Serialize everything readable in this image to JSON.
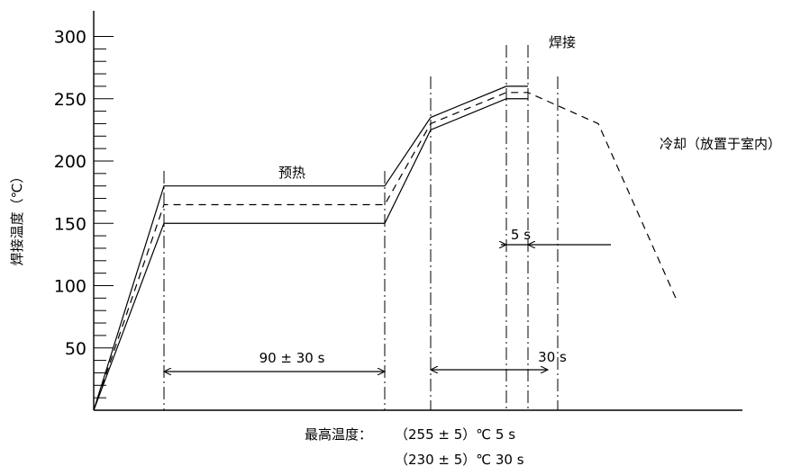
{
  "chart_data": {
    "type": "line",
    "ylabel": "焊接温度（℃）",
    "ylim": [
      0,
      300
    ],
    "y_ticks": [
      50,
      100,
      150,
      200,
      250,
      300
    ],
    "y_tick_labels": [
      "50",
      "100",
      "150",
      "200",
      "250",
      "300"
    ],
    "y_minor_step": 10,
    "series": [
      {
        "style": "solid",
        "points": [
          [
            0,
            0
          ],
          [
            78,
            180
          ],
          [
            323,
            180
          ],
          [
            374,
            235
          ],
          [
            458,
            260
          ],
          [
            482,
            260
          ]
        ]
      },
      {
        "style": "dashed",
        "points": [
          [
            0,
            0
          ],
          [
            78,
            165
          ],
          [
            323,
            165
          ],
          [
            374,
            230
          ],
          [
            458,
            255
          ],
          [
            482,
            255
          ],
          [
            560,
            230
          ],
          [
            646,
            90
          ]
        ]
      },
      {
        "style": "solid",
        "points": [
          [
            0,
            0
          ],
          [
            78,
            150
          ],
          [
            323,
            150
          ],
          [
            374,
            225
          ],
          [
            458,
            250
          ],
          [
            482,
            250
          ]
        ]
      }
    ],
    "phase_markers": [
      78,
      323,
      374,
      458,
      482,
      515
    ],
    "annotations": {
      "preheat": "预热",
      "soldering": "焊接",
      "cooling": "冷却（放置于室内）",
      "preheat_time": "90 ± 30 s",
      "solder_time": "30 s",
      "peak_time": "5 s"
    }
  },
  "footnote": {
    "label": "最高温度：",
    "line1": "（255 ± 5）℃  5 s",
    "line2": "（230 ± 5）℃  30 s"
  }
}
